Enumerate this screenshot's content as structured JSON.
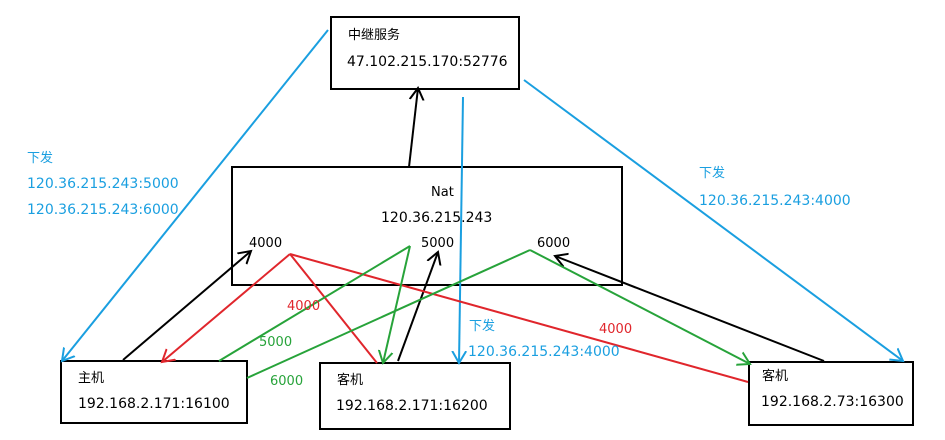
{
  "colors": {
    "blue": "#1a9fe0",
    "red": "#e0262c",
    "green": "#27a33a",
    "black": "#000000"
  },
  "relay": {
    "title": "中继服务",
    "address": "47.102.215.170:52776"
  },
  "nat": {
    "title": "Nat",
    "address": "120.36.215.243",
    "ports": [
      "4000",
      "5000",
      "6000"
    ]
  },
  "host": {
    "title": "主机",
    "address": "192.168.2.171:16100"
  },
  "guest1": {
    "title": "客机",
    "address": "192.168.2.171:16200"
  },
  "guest2": {
    "title": "客机",
    "address": "192.168.2.73:16300"
  },
  "left_dispatch": {
    "label": "下发",
    "line1": "120.36.215.243:5000",
    "line2": "120.36.215.243:6000"
  },
  "right_dispatch": {
    "label": "下发",
    "line1": "120.36.215.243:4000"
  },
  "middle_dispatch": {
    "label": "下发",
    "line1": "120.36.215.243:4000"
  },
  "edge_labels": {
    "red_left": "4000",
    "red_right": "4000",
    "green_upper": "5000",
    "green_lower": "6000"
  }
}
